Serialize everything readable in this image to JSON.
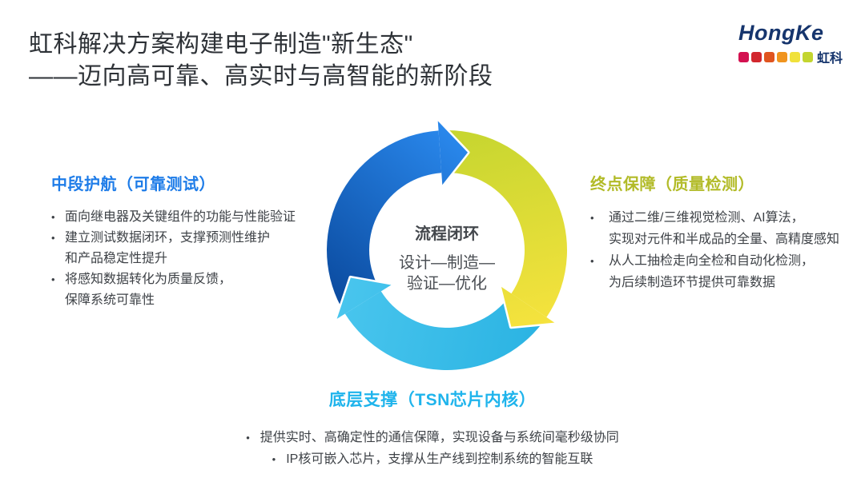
{
  "title": {
    "line1": "虹科解决方案构建电子制造\"新生态\"",
    "line2": "——迈向高可靠、高实时与高智能的新阶段"
  },
  "logo": {
    "brand": "HongKe",
    "name_cjk": "虹科",
    "navy": "#16356D",
    "squares": [
      "#D31150",
      "#D2272E",
      "#E0541F",
      "#F0941E",
      "#F0E13B",
      "#C3D52F"
    ]
  },
  "diagram": {
    "center": {
      "title": "流程闭环",
      "line1": "设计—制造—",
      "line2": "验证—优化"
    },
    "segments": [
      {
        "name": "cycle-segment-blue",
        "from": "#0C4DA2",
        "to": "#2B8BF0"
      },
      {
        "name": "cycle-segment-yellow",
        "from": "#C8D630",
        "to": "#F7E33E"
      },
      {
        "name": "cycle-segment-cyan",
        "from": "#2CB4E3",
        "to": "#4AC6EE"
      }
    ]
  },
  "sections": {
    "left": {
      "heading": "中段护航（可靠测试）",
      "accent": "#1E7CE8",
      "bullets": [
        [
          "面向继电器及关键组件的功能与性能验证"
        ],
        [
          "建立测试数据闭环，支撑预测性维护",
          "和产品稳定性提升"
        ],
        [
          "将感知数据转化为质量反馈，",
          "保障系统可靠性"
        ]
      ]
    },
    "right": {
      "heading": "终点保障（质量检测）",
      "accent": "#B2BB28",
      "bullets": [
        [
          "通过二维/三维视觉检测、AI算法，",
          "实现对元件和半成品的全量、高精度感知"
        ],
        [
          "从人工抽检走向全检和自动化检测，",
          "为后续制造环节提供可靠数据"
        ]
      ]
    },
    "bottom": {
      "heading": "底层支撑（TSN芯片内核）",
      "accent": "#1FB4EC",
      "bullets": [
        [
          "提供实时、高确定性的通信保障，实现设备与系统间毫秒级协同"
        ],
        [
          "IP核可嵌入芯片，支撑从生产线到控制系统的智能互联"
        ]
      ]
    }
  }
}
